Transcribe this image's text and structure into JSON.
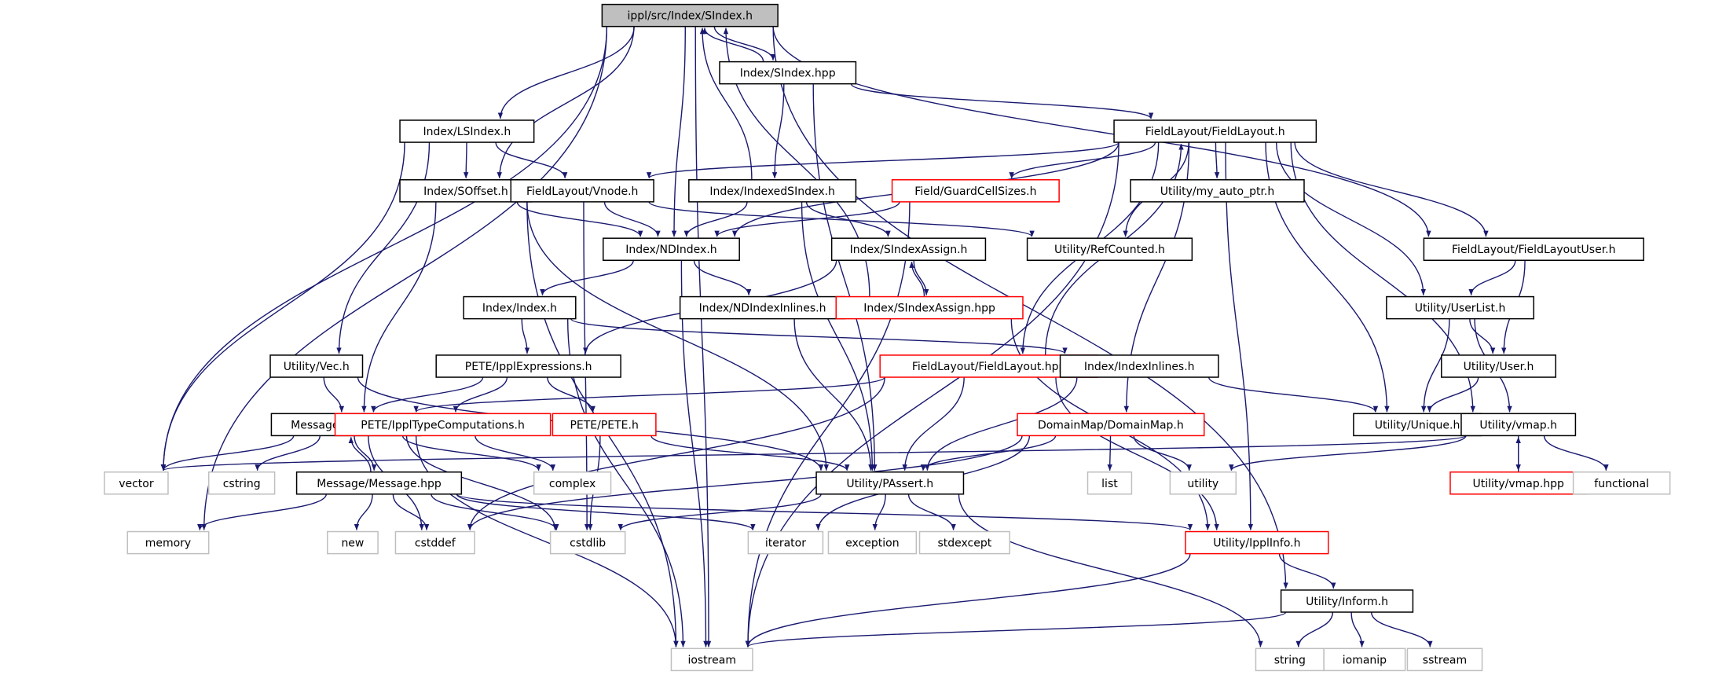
{
  "graph": {
    "nodes": [
      {
        "id": "sindex_h",
        "label": "ippl/src/Index/SIndex.h",
        "style": "root"
      },
      {
        "id": "sindex_hpp",
        "label": "Index/SIndex.hpp",
        "style": "normal"
      },
      {
        "id": "lsindex_h",
        "label": "Index/LSIndex.h",
        "style": "normal"
      },
      {
        "id": "fieldlayout_h",
        "label": "FieldLayout/FieldLayout.h",
        "style": "normal"
      },
      {
        "id": "soffset_h",
        "label": "Index/SOffset.h",
        "style": "normal"
      },
      {
        "id": "vnode_h",
        "label": "FieldLayout/Vnode.h",
        "style": "normal"
      },
      {
        "id": "indexedsindex_h",
        "label": "Index/IndexedSIndex.h",
        "style": "normal"
      },
      {
        "id": "guardcellsizes_h",
        "label": "Field/GuardCellSizes.h",
        "style": "red"
      },
      {
        "id": "my_auto_ptr_h",
        "label": "Utility/my_auto_ptr.h",
        "style": "normal"
      },
      {
        "id": "ndindex_h",
        "label": "Index/NDIndex.h",
        "style": "normal"
      },
      {
        "id": "sindexassign_h",
        "label": "Index/SIndexAssign.h",
        "style": "normal"
      },
      {
        "id": "refcounted_h",
        "label": "Utility/RefCounted.h",
        "style": "normal"
      },
      {
        "id": "fieldlayoutuser_h",
        "label": "FieldLayout/FieldLayoutUser.h",
        "style": "normal"
      },
      {
        "id": "index_h",
        "label": "Index/Index.h",
        "style": "normal"
      },
      {
        "id": "ndindexinlines_h",
        "label": "Index/NDIndexInlines.h",
        "style": "normal"
      },
      {
        "id": "sindexassign_hpp",
        "label": "Index/SIndexAssign.hpp",
        "style": "red"
      },
      {
        "id": "userlist_h",
        "label": "Utility/UserList.h",
        "style": "normal"
      },
      {
        "id": "vec_h",
        "label": "Utility/Vec.h",
        "style": "normal"
      },
      {
        "id": "ipplexpressions_h",
        "label": "PETE/IpplExpressions.h",
        "style": "normal"
      },
      {
        "id": "fieldlayout_hpp",
        "label": "FieldLayout/FieldLayout.hpp",
        "style": "red"
      },
      {
        "id": "indexinlines_h",
        "label": "Index/IndexInlines.h",
        "style": "normal"
      },
      {
        "id": "user_h",
        "label": "Utility/User.h",
        "style": "normal"
      },
      {
        "id": "message_h",
        "label": "Message/Message.h",
        "style": "normal"
      },
      {
        "id": "ippltypecomputations_h",
        "label": "PETE/IpplTypeComputations.h",
        "style": "red"
      },
      {
        "id": "pete_h",
        "label": "PETE/PETE.h",
        "style": "red"
      },
      {
        "id": "domainmap_h",
        "label": "DomainMap/DomainMap.h",
        "style": "red"
      },
      {
        "id": "unique_h",
        "label": "Utility/Unique.h",
        "style": "normal"
      },
      {
        "id": "vmap_h",
        "label": "Utility/vmap.h",
        "style": "normal"
      },
      {
        "id": "vector",
        "label": "vector",
        "style": "gray"
      },
      {
        "id": "cstring",
        "label": "cstring",
        "style": "gray"
      },
      {
        "id": "message_hpp",
        "label": "Message/Message.hpp",
        "style": "normal"
      },
      {
        "id": "complex",
        "label": "complex",
        "style": "gray"
      },
      {
        "id": "passert_h",
        "label": "Utility/PAssert.h",
        "style": "normal"
      },
      {
        "id": "list",
        "label": "list",
        "style": "gray"
      },
      {
        "id": "utility",
        "label": "utility",
        "style": "gray"
      },
      {
        "id": "vmap_hpp",
        "label": "Utility/vmap.hpp",
        "style": "red"
      },
      {
        "id": "functional",
        "label": "functional",
        "style": "gray"
      },
      {
        "id": "memory",
        "label": "memory",
        "style": "gray"
      },
      {
        "id": "new",
        "label": "new",
        "style": "gray"
      },
      {
        "id": "cstddef",
        "label": "cstddef",
        "style": "gray"
      },
      {
        "id": "cstdlib",
        "label": "cstdlib",
        "style": "gray"
      },
      {
        "id": "iterator",
        "label": "iterator",
        "style": "gray"
      },
      {
        "id": "exception",
        "label": "exception",
        "style": "gray"
      },
      {
        "id": "stdexcept",
        "label": "stdexcept",
        "style": "gray"
      },
      {
        "id": "ipplinfo_h",
        "label": "Utility/IpplInfo.h",
        "style": "red"
      },
      {
        "id": "inform_h",
        "label": "Utility/Inform.h",
        "style": "normal"
      },
      {
        "id": "iostream",
        "label": "iostream",
        "style": "gray"
      },
      {
        "id": "string",
        "label": "string",
        "style": "gray"
      },
      {
        "id": "iomanip",
        "label": "iomanip",
        "style": "gray"
      },
      {
        "id": "sstream",
        "label": "sstream",
        "style": "gray"
      }
    ],
    "edges": [
      [
        "sindex_h",
        "sindex_hpp"
      ],
      [
        "sindex_h",
        "lsindex_h"
      ],
      [
        "sindex_h",
        "soffset_h"
      ],
      [
        "sindex_h",
        "ndindex_h"
      ],
      [
        "sindex_h",
        "vector"
      ],
      [
        "sindex_h",
        "memory"
      ],
      [
        "sindex_h",
        "iostream"
      ],
      [
        "sindex_h",
        "fieldlayoutuser_h"
      ],
      [
        "sindex_h",
        "inform_h"
      ],
      [
        "sindex_hpp",
        "sindex_h"
      ],
      [
        "sindex_hpp",
        "indexedsindex_h"
      ],
      [
        "sindex_hpp",
        "fieldlayout_h"
      ],
      [
        "sindex_hpp",
        "passert_h"
      ],
      [
        "lsindex_h",
        "soffset_h"
      ],
      [
        "lsindex_h",
        "vnode_h"
      ],
      [
        "lsindex_h",
        "vec_h"
      ],
      [
        "lsindex_h",
        "vector"
      ],
      [
        "fieldlayout_h",
        "vnode_h"
      ],
      [
        "fieldlayout_h",
        "ndindex_h"
      ],
      [
        "fieldlayout_h",
        "guardcellsizes_h"
      ],
      [
        "fieldlayout_h",
        "my_auto_ptr_h"
      ],
      [
        "fieldlayout_h",
        "refcounted_h"
      ],
      [
        "fieldlayout_h",
        "fieldlayoutuser_h"
      ],
      [
        "fieldlayout_h",
        "userlist_h"
      ],
      [
        "fieldlayout_h",
        "unique_h"
      ],
      [
        "fieldlayout_h",
        "vmap_h"
      ],
      [
        "fieldlayout_h",
        "domainmap_h"
      ],
      [
        "fieldlayout_h",
        "fieldlayout_hpp"
      ],
      [
        "fieldlayout_h",
        "ipplinfo_h"
      ],
      [
        "fieldlayout_h",
        "iostream"
      ],
      [
        "soffset_h",
        "ndindex_h"
      ],
      [
        "soffset_h",
        "message_h"
      ],
      [
        "soffset_h",
        "passert_h"
      ],
      [
        "soffset_h",
        "iostream"
      ],
      [
        "vnode_h",
        "ndindex_h"
      ],
      [
        "vnode_h",
        "refcounted_h"
      ],
      [
        "vnode_h",
        "cstdlib"
      ],
      [
        "indexedsindex_h",
        "sindex_h"
      ],
      [
        "indexedsindex_h",
        "ndindex_h"
      ],
      [
        "indexedsindex_h",
        "sindexassign_h"
      ],
      [
        "indexedsindex_h",
        "passert_h"
      ],
      [
        "guardcellsizes_h",
        "ndindex_h"
      ],
      [
        "guardcellsizes_h",
        "iostream"
      ],
      [
        "ndindex_h",
        "index_h"
      ],
      [
        "ndindex_h",
        "ndindexinlines_h"
      ],
      [
        "ndindex_h",
        "iostream"
      ],
      [
        "sindexassign_h",
        "sindexassign_hpp"
      ],
      [
        "sindexassign_h",
        "ipplexpressions_h"
      ],
      [
        "sindexassign_hpp",
        "sindexassign_h"
      ],
      [
        "sindexassign_hpp",
        "sindex_h"
      ],
      [
        "sindexassign_hpp",
        "ipplinfo_h"
      ],
      [
        "fieldlayoutuser_h",
        "userlist_h"
      ],
      [
        "fieldlayoutuser_h",
        "user_h"
      ],
      [
        "index_h",
        "ipplexpressions_h"
      ],
      [
        "index_h",
        "indexinlines_h"
      ],
      [
        "index_h",
        "iostream"
      ],
      [
        "ndindexinlines_h",
        "passert_h"
      ],
      [
        "userlist_h",
        "user_h"
      ],
      [
        "userlist_h",
        "unique_h"
      ],
      [
        "userlist_h",
        "vmap_h"
      ],
      [
        "vec_h",
        "message_h"
      ],
      [
        "vec_h",
        "passert_h"
      ],
      [
        "ipplexpressions_h",
        "message_h"
      ],
      [
        "ipplexpressions_h",
        "ippltypecomputations_h"
      ],
      [
        "ipplexpressions_h",
        "pete_h"
      ],
      [
        "fieldlayout_hpp",
        "fieldlayout_h"
      ],
      [
        "fieldlayout_hpp",
        "message_h"
      ],
      [
        "fieldlayout_hpp",
        "passert_h"
      ],
      [
        "fieldlayout_hpp",
        "ipplinfo_h"
      ],
      [
        "fieldlayout_hpp",
        "cstddef"
      ],
      [
        "indexinlines_h",
        "passert_h"
      ],
      [
        "indexinlines_h",
        "unique_h"
      ],
      [
        "user_h",
        "unique_h"
      ],
      [
        "message_h",
        "message_hpp"
      ],
      [
        "message_h",
        "vector"
      ],
      [
        "message_h",
        "cstring"
      ],
      [
        "message_h",
        "complex"
      ],
      [
        "message_h",
        "cstddef"
      ],
      [
        "message_h",
        "cstdlib"
      ],
      [
        "message_h",
        "iostream"
      ],
      [
        "message_hpp",
        "message_h"
      ],
      [
        "message_hpp",
        "memory"
      ],
      [
        "message_hpp",
        "new"
      ],
      [
        "message_hpp",
        "cstddef"
      ],
      [
        "message_hpp",
        "cstdlib"
      ],
      [
        "message_hpp",
        "iterator"
      ],
      [
        "message_hpp",
        "ipplinfo_h"
      ],
      [
        "ippltypecomputations_h",
        "complex"
      ],
      [
        "pete_h",
        "cstdlib"
      ],
      [
        "pete_h",
        "passert_h"
      ],
      [
        "domainmap_h",
        "passert_h"
      ],
      [
        "domainmap_h",
        "list"
      ],
      [
        "domainmap_h",
        "utility"
      ],
      [
        "domainmap_h",
        "iterator"
      ],
      [
        "domainmap_h",
        "cstddef"
      ],
      [
        "vmap_h",
        "vmap_hpp"
      ],
      [
        "vmap_h",
        "vector"
      ],
      [
        "vmap_h",
        "utility"
      ],
      [
        "vmap_h",
        "functional"
      ],
      [
        "vmap_hpp",
        "vmap_h"
      ],
      [
        "passert_h",
        "exception"
      ],
      [
        "passert_h",
        "stdexcept"
      ],
      [
        "passert_h",
        "string"
      ],
      [
        "passert_h",
        "cstdlib"
      ],
      [
        "ipplinfo_h",
        "inform_h"
      ],
      [
        "ipplinfo_h",
        "iostream"
      ],
      [
        "inform_h",
        "iostream"
      ],
      [
        "inform_h",
        "string"
      ],
      [
        "inform_h",
        "iomanip"
      ],
      [
        "inform_h",
        "sstream"
      ]
    ]
  },
  "colors": {
    "edge": "#191970",
    "border_normal": "#000000",
    "border_red": "#ff0000",
    "border_gray": "#bfbfbf",
    "root_fill": "#bfbfbf",
    "text_gray": "#555555"
  }
}
